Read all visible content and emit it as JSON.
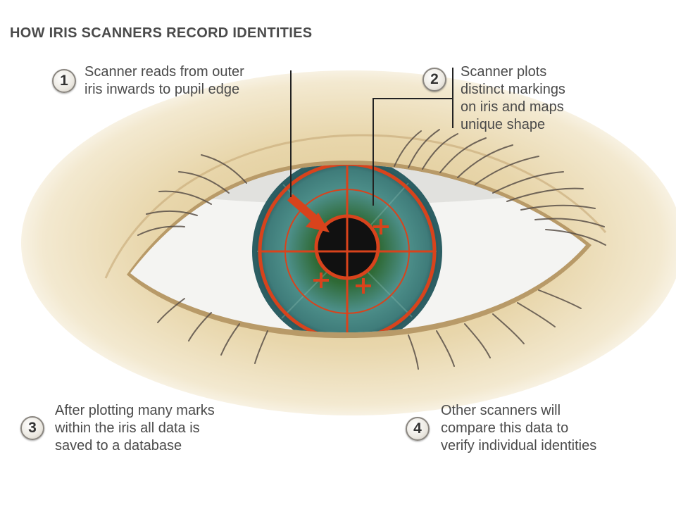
{
  "title": "HOW IRIS SCANNERS RECORD IDENTITIES",
  "steps": [
    {
      "number": "1",
      "text": "Scanner reads from outer\niris inwards to pupil edge"
    },
    {
      "number": "2",
      "text": "Scanner plots\ndistinct markings\non iris and maps\nunique shape"
    },
    {
      "number": "3",
      "text": "After plotting many marks\nwithin the iris all data is\nsaved to a database"
    },
    {
      "number": "4",
      "text": "Other scanners will\ncompare this data to\nverify individual identities"
    }
  ],
  "colors": {
    "skin": "#e6d3a6",
    "sclera": "#f4f4f2",
    "iris": "#3d7f78",
    "pupil": "#111111",
    "scan_lines": "#d8431c",
    "text": "#4a4a4a"
  }
}
